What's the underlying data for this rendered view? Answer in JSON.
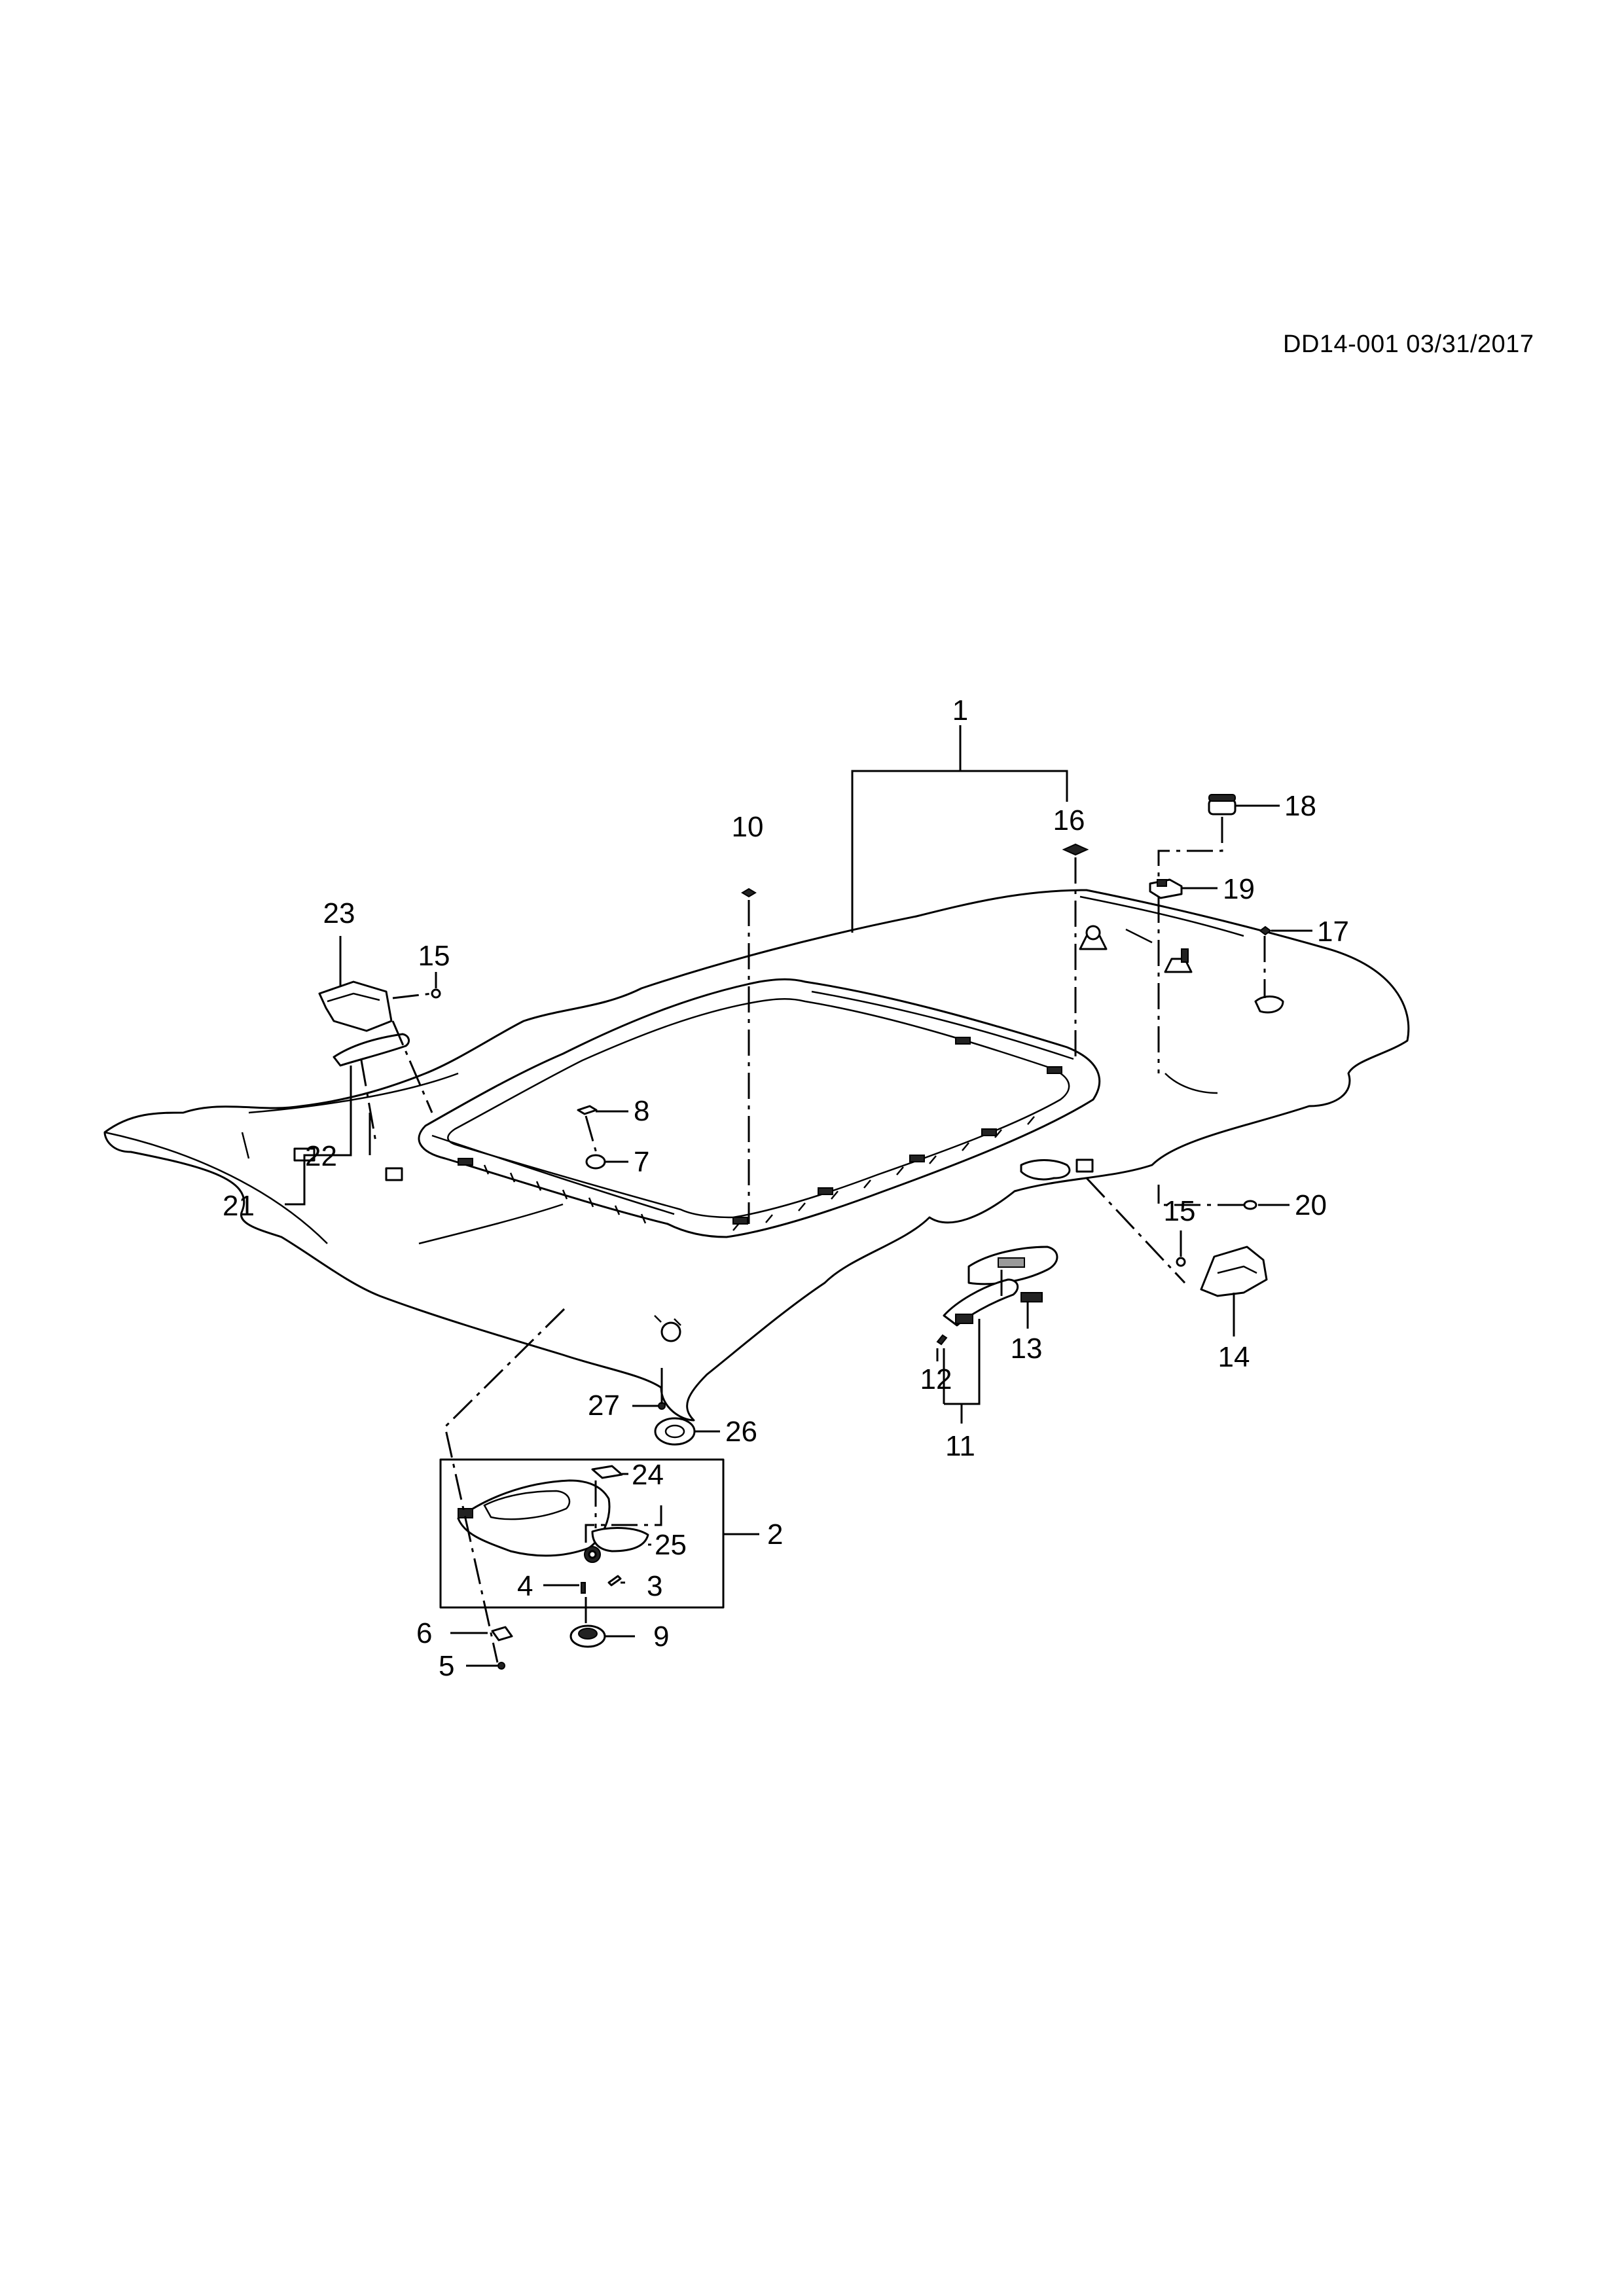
{
  "document_id": "DD14-001 03/31/2017",
  "callouts": {
    "c1": "1",
    "c2": "2",
    "c3": "3",
    "c4": "4",
    "c5": "5",
    "c6": "6",
    "c7": "7",
    "c8": "8",
    "c9": "9",
    "c10": "10",
    "c11": "11",
    "c12": "12",
    "c13": "13",
    "c14": "14",
    "c15a": "15",
    "c15b": "15",
    "c16": "16",
    "c17": "17",
    "c18": "18",
    "c19": "19",
    "c20": "20",
    "c21": "21",
    "c22": "22",
    "c23": "23",
    "c24": "24",
    "c25": "25",
    "c26": "26",
    "c27": "27"
  }
}
